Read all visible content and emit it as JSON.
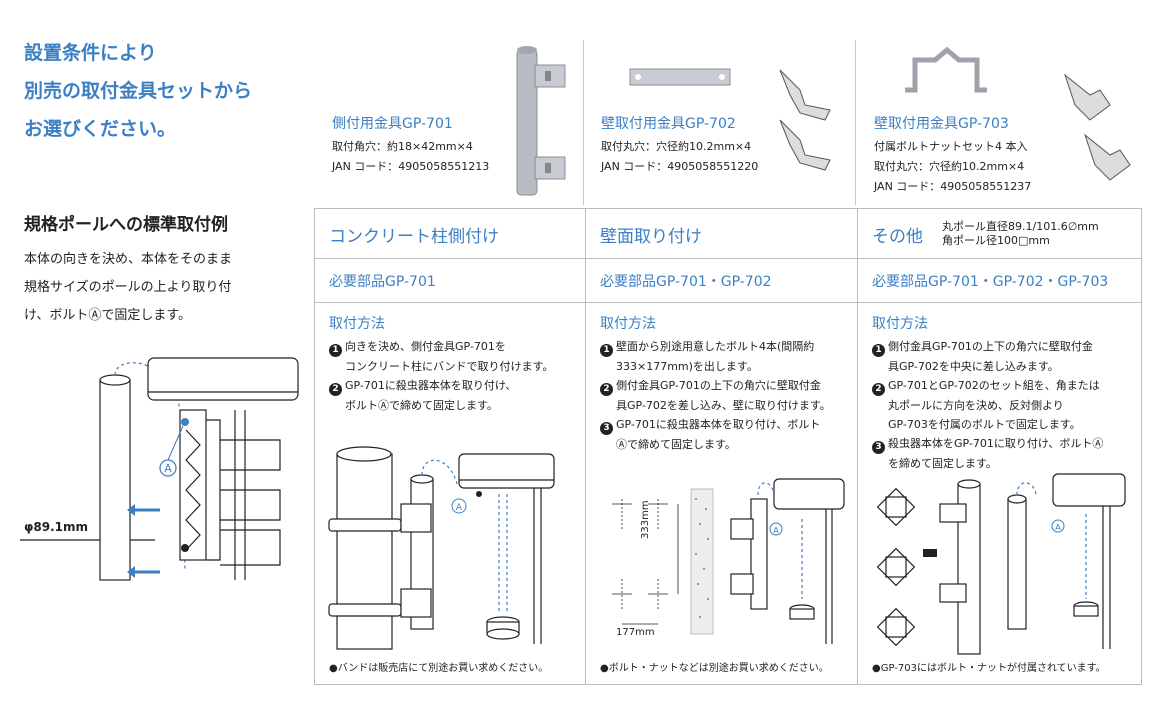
{
  "intro": {
    "headline_lines": [
      "設置条件により",
      "別売の取付金具セットから",
      "お選びください。"
    ],
    "standard_title": "規格ポールへの標準取付例",
    "standard_desc_lines": [
      "本体の向きを決め、本体をそのまま",
      "規格サイズのポールの上より取り付",
      "け、ボルトⒶで固定します。"
    ],
    "dim_label": "φ89.1mm",
    "bolt_mark": "A"
  },
  "products": [
    {
      "title": "側付用金具GP-701",
      "lines": [
        "取付角穴：約18×42mm×4",
        "JAN コード：4905058551213"
      ]
    },
    {
      "title": "壁取付用金具GP-702",
      "lines": [
        "取付丸穴：穴径約10.2mm×4",
        "JAN コード：4905058551220"
      ]
    },
    {
      "title": "壁取付用金具GP-703",
      "lines": [
        "付属ボルトナットセット4 本入",
        "取付丸穴：穴径約10.2mm×4",
        "JAN コード：4905058551237"
      ]
    }
  ],
  "columns": [
    {
      "title": "コンクリート柱側付け",
      "note_lines": [],
      "required": "必要部品GP-701",
      "method_label": "取付方法",
      "steps": [
        {
          "num": "1",
          "lines": [
            "向きを決め、側付金具GP-701を",
            "コンクリート柱にバンドで取り付けます。"
          ]
        },
        {
          "num": "2",
          "lines": [
            "GP-701に殺虫器本体を取り付け、",
            "ボルトⒶで締めて固定します。"
          ]
        }
      ],
      "footnote": "●バンドは販売店にて別途お買い求めください。"
    },
    {
      "title": "壁面取り付け",
      "note_lines": [],
      "required": "必要部品GP-701・GP-702",
      "method_label": "取付方法",
      "steps": [
        {
          "num": "1",
          "lines": [
            "壁面から別途用意したボルト4本(間隔約",
            "333×177mm)を出します。"
          ]
        },
        {
          "num": "2",
          "lines": [
            "側付金具GP-701の上下の角穴に壁取付金",
            "具GP-702を差し込み、壁に取り付けます。"
          ]
        },
        {
          "num": "3",
          "lines": [
            "GP-701に殺虫器本体を取り付け、ボルト",
            "Ⓐで締めて固定します。"
          ]
        }
      ],
      "dim_vertical": "333mm",
      "dim_horizontal": "177mm",
      "footnote": "●ボルト・ナットなどは別途お買い求めください。"
    },
    {
      "title": "その他",
      "note_lines": [
        "丸ポール直径89.1/101.6∅mm",
        "角ポール径100□mm"
      ],
      "required": "必要部品GP-701・GP-702・GP-703",
      "method_label": "取付方法",
      "steps": [
        {
          "num": "1",
          "lines": [
            "側付金具GP-701の上下の角穴に壁取付金",
            "具GP-702を中央に差し込みます。"
          ]
        },
        {
          "num": "2",
          "lines": [
            "GP-701とGP-702のセット組を、角または",
            "丸ポールに方向を決め、反対側より",
            "GP-703を付属のボルトで固定します。"
          ]
        },
        {
          "num": "3",
          "lines": [
            "殺虫器本体をGP-701に取り付け、ボルトⒶ",
            "を締めて固定します。"
          ]
        }
      ],
      "footnote": "●GP-703にはボルト・ナットが付属されています。"
    }
  ],
  "colors": {
    "accent": "#3c7fc4",
    "text": "#222222",
    "border": "#bdbdbd"
  }
}
